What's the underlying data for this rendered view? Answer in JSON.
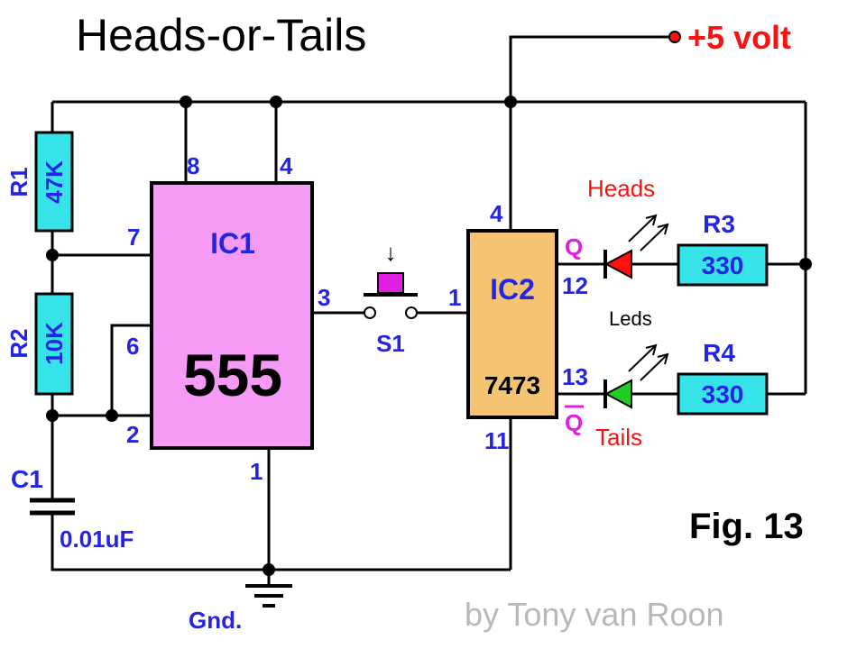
{
  "title": "Heads-or-Tails",
  "supply_label": "+5 volt",
  "figure_label": "Fig. 13",
  "credit": "by Tony van Roon",
  "ground_label": "Gnd.",
  "ic1": {
    "name": "IC1",
    "part": "555",
    "pins": {
      "p8": "8",
      "p4": "4",
      "p7": "7",
      "p6": "6",
      "p2": "2",
      "p3": "3",
      "p1": "1"
    }
  },
  "ic2": {
    "name": "IC2",
    "part": "7473",
    "pins": {
      "p4": "4",
      "p1": "1",
      "p12": "12",
      "p13": "13",
      "p11": "11"
    },
    "q_label": "Q",
    "qbar_label": "Q"
  },
  "switch": {
    "name": "S1",
    "arrow": "↓"
  },
  "resistors": {
    "r1": {
      "name": "R1",
      "value": "47K"
    },
    "r2": {
      "name": "R2",
      "value": "10K"
    },
    "r3": {
      "name": "R3",
      "value": "330"
    },
    "r4": {
      "name": "R4",
      "value": "330"
    }
  },
  "capacitor": {
    "name": "C1",
    "value": "0.01uF"
  },
  "leds": {
    "heads_label": "Heads",
    "tails_label": "Tails",
    "group_label": "Leds",
    "heads_color": "#ff1010",
    "tails_color": "#22cc22"
  },
  "colors": {
    "ic1_fill": "#f59af5",
    "ic2_fill": "#f5c472",
    "resistor_fill": "#35e3e8",
    "pin_label": "#2424e6",
    "q_label": "#e020e0",
    "supply": "#ff1010"
  }
}
